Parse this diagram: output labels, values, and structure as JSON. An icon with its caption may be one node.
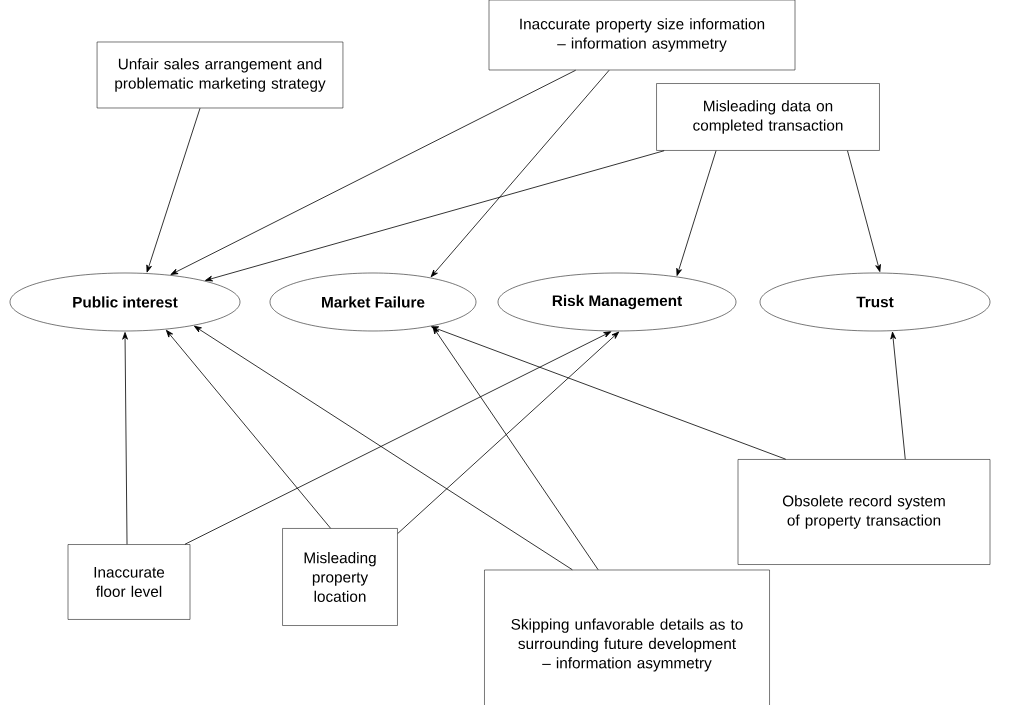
{
  "diagram": {
    "nodes": [
      {
        "text": [
          "Unfair sales arrangement and problematic marketing strategy"
        ]
      },
      {
        "text": [
          "Inaccurate property size information – information asymmetry"
        ]
      },
      {
        "text": [
          "Misleading data on completed transaction"
        ]
      },
      {
        "text": [
          "Public interest"
        ]
      },
      {
        "text": [
          "Market Failure"
        ]
      },
      {
        "text": [
          "Risk Management"
        ]
      },
      {
        "text": [
          "Trust"
        ]
      },
      {
        "text": [
          "Inaccurate floor level"
        ]
      },
      {
        "text": [
          "Misleading property location"
        ]
      },
      {
        "text": [
          "Skipping unfavorable details as to surrounding future development – information asymmetry"
        ]
      },
      {
        "text": [
          "Obsolete record system of property transaction"
        ]
      }
    ],
    "edges": [
      {
        "from": 0,
        "to": 3,
        "arrow": "to"
      },
      {
        "from": 1,
        "to": 3,
        "arrow": "to"
      },
      {
        "from": 1,
        "to": 4,
        "arrow": "to"
      },
      {
        "from": 2,
        "to": 3,
        "arrow": "to"
      },
      {
        "from": 2,
        "to": 5,
        "arrow": "to"
      },
      {
        "from": 2,
        "to": 6,
        "arrow": "to"
      },
      {
        "from": 7,
        "to": 3,
        "arrow": "to"
      },
      {
        "from": 7,
        "to": 5,
        "arrow": "to"
      },
      {
        "from": 8,
        "to": 3,
        "arrow": "to"
      },
      {
        "from": 8,
        "to": 5,
        "arrow": "to"
      },
      {
        "from": 9,
        "to": 3,
        "arrow": "to"
      },
      {
        "from": 9,
        "to": 4,
        "arrow": "to"
      },
      {
        "from": 10,
        "to": 4,
        "arrow": "to"
      },
      {
        "from": 10,
        "to": 6,
        "arrow": "to"
      }
    ]
  }
}
